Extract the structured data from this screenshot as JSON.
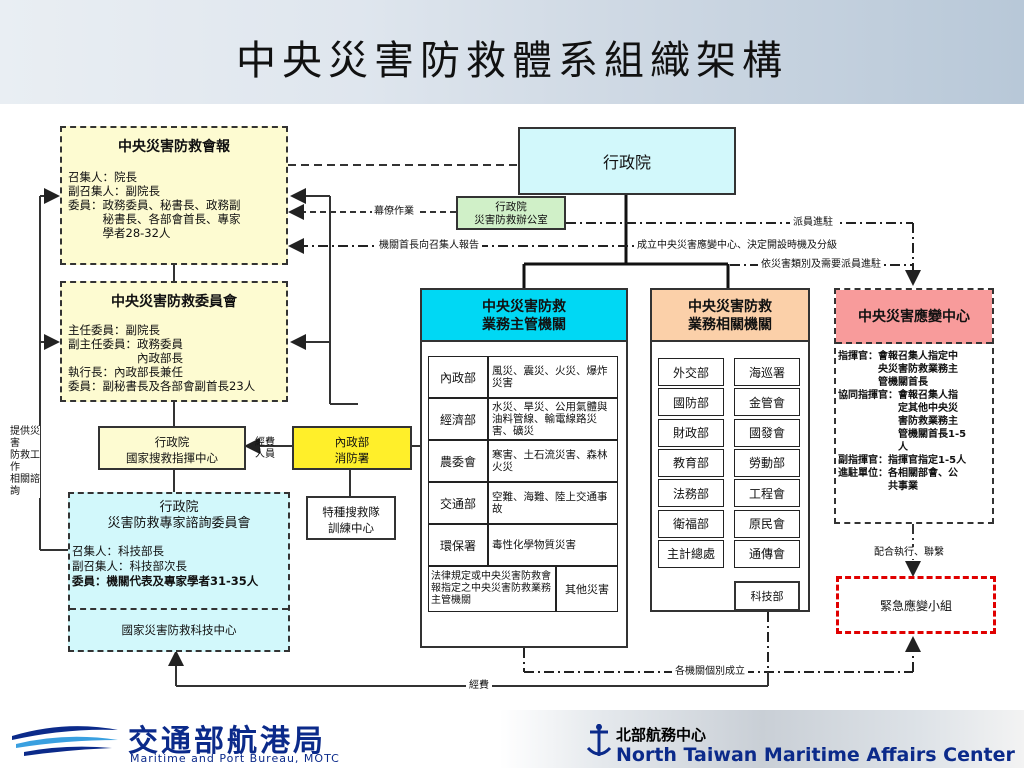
{
  "header": {
    "title": "中央災害防救體系組織架構"
  },
  "left": {
    "council": {
      "title": "中央災害防救會報",
      "lines": [
        "召集人：院長",
        "副召集人：副院長",
        "委員：政務委員、秘書長、政務副",
        "　　　秘書長、各部會首長、專家",
        "　　　學者28-32人"
      ]
    },
    "committee": {
      "title": "中央災害防救委員會",
      "lines": [
        "主任委員：副院長",
        "副主任委員：政務委員",
        "　　　　　　內政部長",
        "執行長：內政部長兼任",
        "委員：副秘書長及各部會副首長23人"
      ]
    },
    "rescue_center": {
      "line1": "行政院",
      "line2": "國家搜救指揮中心"
    },
    "advisory": {
      "line1": "行政院",
      "line2": "災害防救專家諮詢委員會",
      "lines": [
        "召集人：科技部長",
        "副召集人：科技部次長",
        "委員：機關代表及專家學者31-35人"
      ],
      "footer": "國家災害防救科技中心"
    },
    "provide_label": [
      "提供災害",
      "防救工作",
      "相關諮詢"
    ],
    "funding_label": [
      "經費",
      "人員"
    ]
  },
  "center": {
    "executive": "行政院",
    "office": {
      "line1": "行政院",
      "line2": "災害防救辦公室"
    },
    "fire_agency": {
      "line1": "內政部",
      "line2": "消防署"
    },
    "special_team": {
      "line1": "特種搜救隊",
      "line2": "訓練中心"
    },
    "staff_label": "幕僚作業",
    "report_label": "機關首長向召集人報告",
    "establish_label": "成立中央災害應變中心、決定開設時機及分級",
    "dispatch_label": "派員進駐",
    "dispatch2_label": "依災害類別及需要派員進駐",
    "each_agency_label": "各機關個別成立",
    "funding_bottom_label": "經費",
    "coop_label": "配合執行、聯繫"
  },
  "competent": {
    "title1": "中央災害防救",
    "title2": "業務主管機關",
    "rows": [
      {
        "agency": "內政部",
        "disaster": "風災、震災、火災、爆炸災害"
      },
      {
        "agency": "經濟部",
        "disaster": "水災、旱災、公用氣體與油料管線、輸電線路災害、礦災"
      },
      {
        "agency": "農委會",
        "disaster": "寒害、土石流災害、森林火災"
      },
      {
        "agency": "交通部",
        "disaster": "空難、海難、陸上交通事故"
      },
      {
        "agency": "環保署",
        "disaster": "毒性化學物質災害"
      }
    ],
    "legal": "法律規定或中央災害防救會報指定之中央災害防救業務主管機關",
    "other": "其他災害"
  },
  "related": {
    "title1": "中央災害防救",
    "title2": "業務相關機關",
    "left_col": [
      "外交部",
      "國防部",
      "財政部",
      "教育部",
      "法務部",
      "衛福部",
      "主計總處"
    ],
    "right_col": [
      "海巡署",
      "金管會",
      "國發會",
      "勞動部",
      "工程會",
      "原民會",
      "通傳會"
    ],
    "extra": "科技部"
  },
  "emergency": {
    "title": "中央災害應變中心",
    "lines": [
      "指揮官：會報召集人指定中",
      "　　　　央災害防救業務主",
      "　　　　管機關首長",
      "協同指揮官：會報召集人指",
      "　　　　　　定其他中央災",
      "　　　　　　害防救業務主",
      "　　　　　　管機關首長1-5",
      "　　　　　　人",
      "副指揮官：指揮官指定1-5人",
      "進駐單位：各相關部會、公",
      "　　　　　共事業"
    ],
    "team": "緊急應變小組"
  },
  "footer": {
    "mpb_cn": "交通部航港局",
    "mpb_en": "Maritime and Port Bureau, MOTC",
    "center_cn": "北部航務中心",
    "center_en": "North Taiwan Maritime Affairs Center"
  },
  "colors": {
    "yellow": "#fdfbd1",
    "cyan": "#00d8f4",
    "lightcyan": "#d2f8fb",
    "salmon": "#fbd0a9",
    "pink": "#f89b9b",
    "green": "#d0f0c8",
    "yellowbox": "#ffef2a",
    "lightblue": "#cfe8fb",
    "navy": "#0b2a8a",
    "red": "#e00000"
  }
}
